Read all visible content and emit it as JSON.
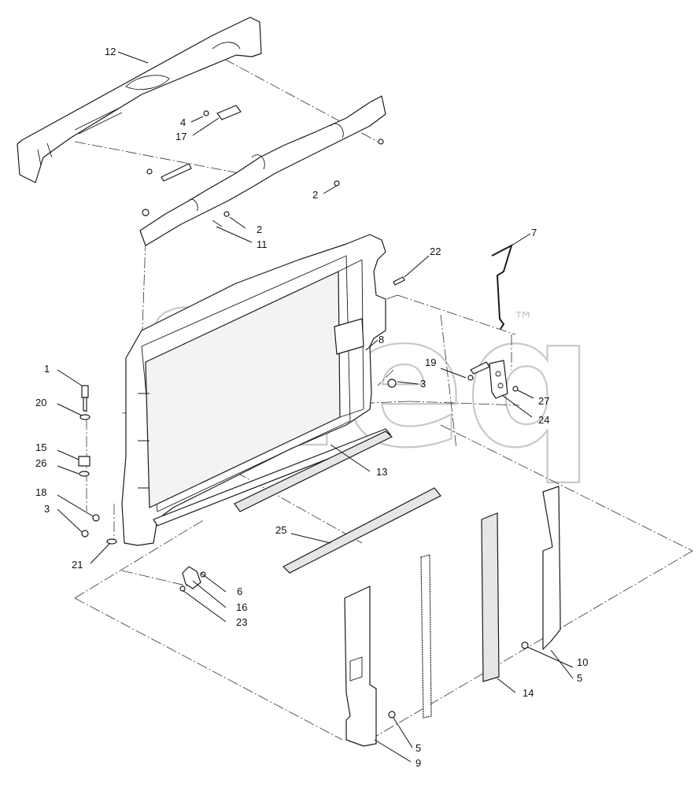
{
  "callouts": {
    "c1": "1",
    "c2a": "2",
    "c2b": "2",
    "c3a": "3",
    "c3b": "3",
    "c4": "4",
    "c5a": "5",
    "c5b": "5",
    "c6": "6",
    "c7": "7",
    "c8": "8",
    "c9": "9",
    "c10": "10",
    "c11": "11",
    "c12": "12",
    "c13": "13",
    "c14": "14",
    "c15": "15",
    "c16": "16",
    "c17": "17",
    "c18": "18",
    "c19": "19",
    "c20": "20",
    "c21": "21",
    "c22": "22",
    "c23": "23",
    "c24": "24",
    "c25": "25",
    "c26": "26",
    "c27": "27"
  },
  "watermark": {
    "brand": "fdeq",
    "trademark": "™"
  },
  "colors": {
    "line": "#1a1a1a",
    "watermark": "#c8c8c8",
    "background": "#ffffff"
  }
}
